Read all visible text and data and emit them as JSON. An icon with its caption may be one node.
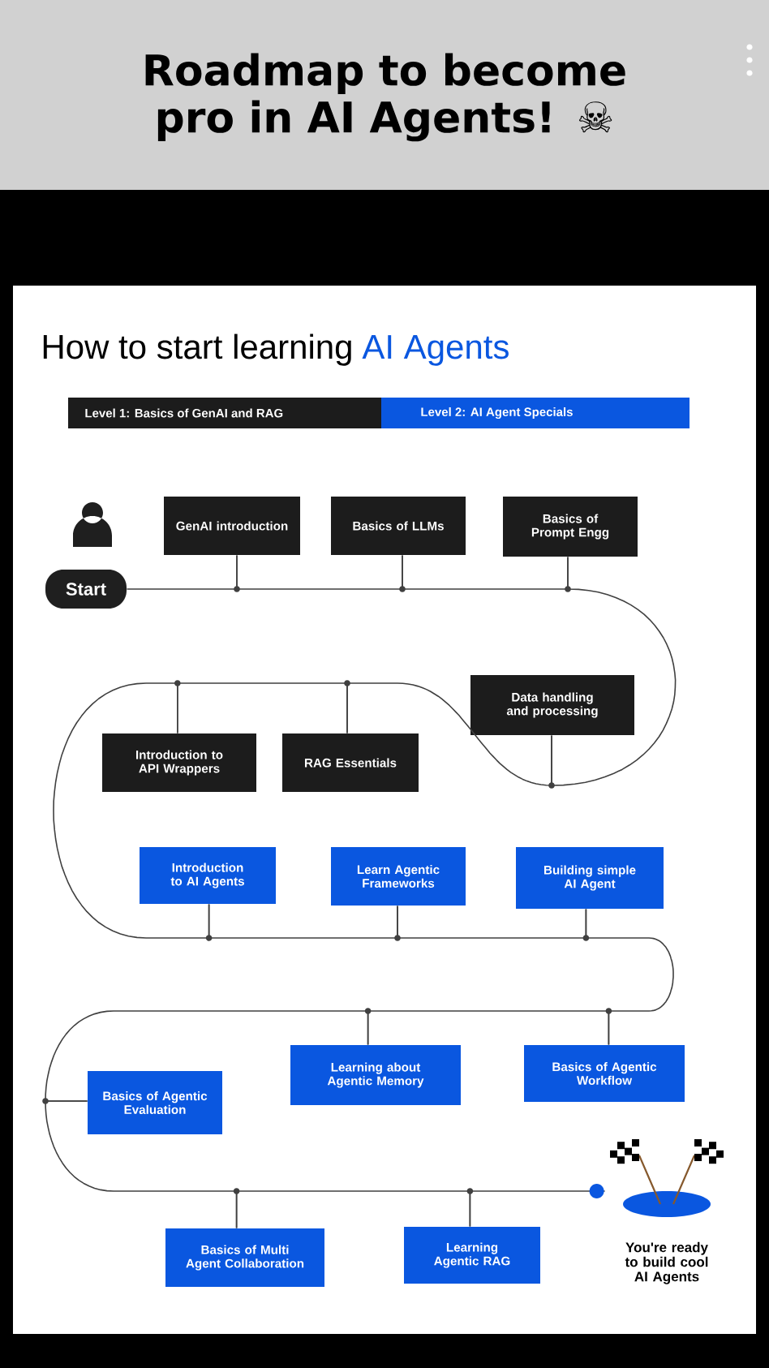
{
  "diagram": {
    "title": "Roadmap to become pro in AI Agents! ☠",
    "nodes": [
      {
        "text": [
          "Start"
        ]
      },
      {
        "text": [
          "GenAI introduction"
        ]
      },
      {
        "text": [
          "Basics of LLMs"
        ]
      },
      {
        "text": [
          "Basics of Prompt Engg"
        ]
      },
      {
        "text": [
          "Data handling and processing"
        ]
      },
      {
        "text": [
          "Introduction to API Wrappers"
        ]
      },
      {
        "text": [
          "RAG Essentials"
        ]
      },
      {
        "text": [
          "Introduction to AI Agents"
        ]
      },
      {
        "text": [
          "Learn Agentic Frameworks"
        ]
      },
      {
        "text": [
          "Building simple AI Agent"
        ]
      },
      {
        "text": [
          "Learning about Agentic Memory"
        ]
      },
      {
        "text": [
          "Basics of Agentic Workflow"
        ]
      },
      {
        "text": [
          "Basics of Agentic Evaluation"
        ]
      },
      {
        "text": [
          "Basics of Multi Agent Collaboration"
        ]
      },
      {
        "text": [
          "Learning Agentic RAG"
        ]
      },
      {
        "text": [],
        "shape": "picture",
        "beside": [
          "You're ready to build cool AI Agents"
        ]
      }
    ],
    "edges": [
      {
        "from": 0,
        "to": 1,
        "arrow": "none"
      },
      {
        "from": 1,
        "to": 2,
        "arrow": "none"
      },
      {
        "from": 2,
        "to": 3,
        "arrow": "none"
      },
      {
        "from": 3,
        "to": 4,
        "arrow": "none"
      },
      {
        "from": 4,
        "to": 6,
        "arrow": "none"
      },
      {
        "from": 6,
        "to": 5,
        "arrow": "none"
      },
      {
        "from": 5,
        "to": 7,
        "arrow": "none"
      },
      {
        "from": 7,
        "to": 8,
        "arrow": "none"
      },
      {
        "from": 8,
        "to": 9,
        "arrow": "none"
      },
      {
        "from": 9,
        "to": 11,
        "arrow": "none"
      },
      {
        "from": 11,
        "to": 10,
        "arrow": "none"
      },
      {
        "from": 10,
        "to": 12,
        "arrow": "none"
      },
      {
        "from": 12,
        "to": 13,
        "arrow": "none"
      },
      {
        "from": 13,
        "to": 14,
        "arrow": "none"
      },
      {
        "from": 14,
        "to": 15,
        "arrow": "none"
      }
    ],
    "labels": [
      "How to start learning",
      "AI Agents"
    ],
    "legend": [
      {
        "text": "Level 1: Basics of GenAI and RAG",
        "color": "#1c1c1c"
      },
      {
        "text": "Level 2: AI Agent Specials",
        "color": "#0a57e0"
      }
    ]
  }
}
